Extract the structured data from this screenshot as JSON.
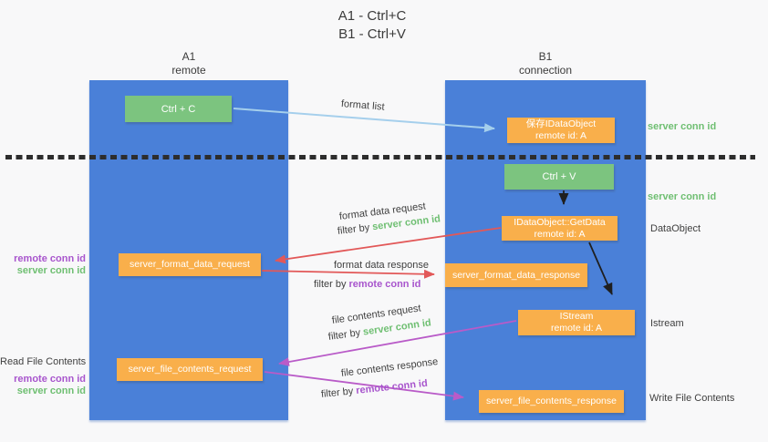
{
  "title": {
    "line1": "A1 - Ctrl+C",
    "line2": "B1 - Ctrl+V"
  },
  "lanes": {
    "left": {
      "name": "A1",
      "role": "remote"
    },
    "right": {
      "name": "B1",
      "role": "connection"
    }
  },
  "nodes": {
    "ctrl_c": {
      "label": "Ctrl + C"
    },
    "ctrl_v": {
      "label": "Ctrl + V"
    },
    "save_idataobject": {
      "line1": "保存IDataObject",
      "line2": "remote id: A"
    },
    "idataobject_getdata": {
      "line1": "IDataObject::GetData",
      "line2": "remote id: A"
    },
    "istream": {
      "line1": "IStream",
      "line2": "remote id: A"
    },
    "server_format_data_request": {
      "label": "server_format_data_request"
    },
    "server_format_data_response": {
      "label": "server_format_data_response"
    },
    "server_file_contents_request": {
      "label": "server_file_contents_request"
    },
    "server_file_contents_response": {
      "label": "server_file_contents_response"
    }
  },
  "side_labels": {
    "server_conn_id_top": "server conn id",
    "server_conn_id_mid": "server conn id",
    "dataobject": "DataObject",
    "istream": "Istream",
    "write_file_contents": "Write File Contents",
    "read_file_contents": "Read File Contents",
    "mid_left": {
      "remote_conn_id": "remote conn id",
      "server_conn_id": "server conn id"
    },
    "bottom_left": {
      "remote_conn_id": "remote conn id",
      "server_conn_id": "server conn id"
    }
  },
  "arrow_labels": {
    "format_list": "format list",
    "format_data_request": "format data request",
    "format_data_response": "format data response",
    "file_contents_request": "file contents request",
    "file_contents_response": "file contents response",
    "filter_by": "filter by ",
    "server_conn_id": "server conn id",
    "remote_conn_id": "remote conn id"
  },
  "colors": {
    "lane_blue": "#4a80d8",
    "node_green": "#7cc47f",
    "node_orange": "#f9af4b",
    "arrow_light_blue": "#a5cfec",
    "arrow_red": "#e25858",
    "arrow_purple": "#b95bc8",
    "arrow_black": "#1f1f1f",
    "text_green": "#6fbf72",
    "text_purple": "#a855cd",
    "background": "#f8f8f9"
  }
}
